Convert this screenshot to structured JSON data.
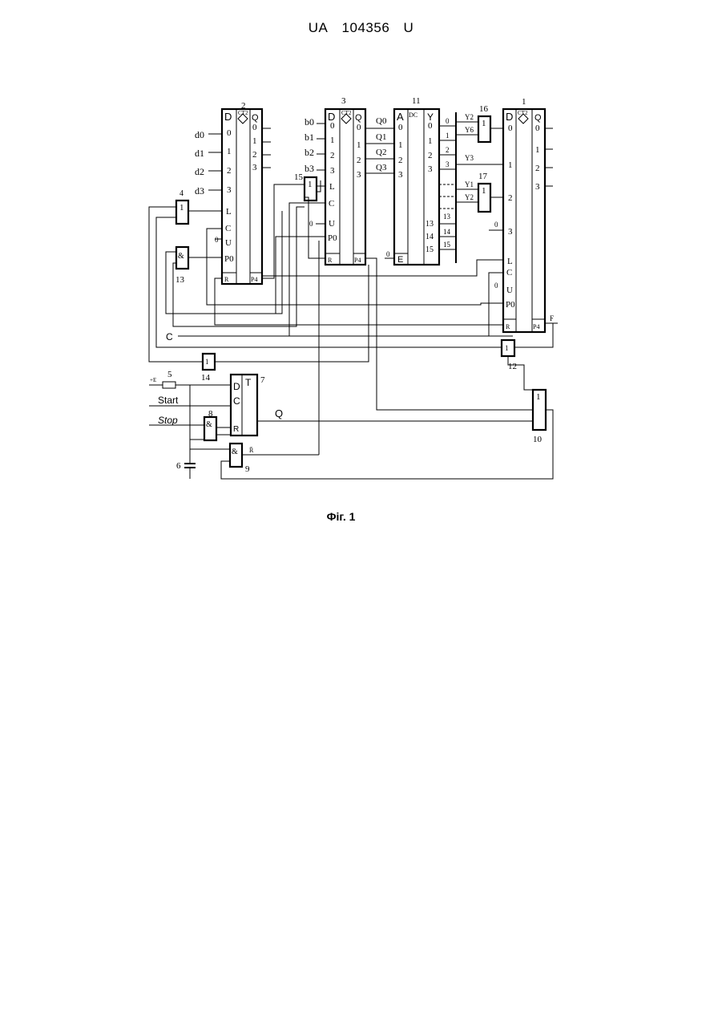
{
  "header": {
    "country": "UA",
    "number": "104356",
    "kind": "U"
  },
  "caption": "Фіг. 1",
  "diagram": {
    "counter_2": {
      "ref": "2",
      "type": "CT2",
      "top_left": "D",
      "top_right": "Q",
      "in_nums": [
        "0",
        "1",
        "2",
        "3"
      ],
      "out_nums": [
        "0",
        "1",
        "2",
        "3"
      ],
      "inputs": [
        "d0",
        "d1",
        "d2",
        "d3"
      ],
      "ctrl": [
        "L",
        "C",
        "U",
        "P0",
        "R"
      ],
      "carry": "P4",
      "zero": "0"
    },
    "counter_3": {
      "ref": "3",
      "type": "CT2",
      "top_left": "D",
      "top_right": "Q",
      "in_nums": [
        "0",
        "1",
        "2",
        "3"
      ],
      "out_nums": [
        "0",
        "1",
        "2",
        "3"
      ],
      "inputs": [
        "b0",
        "b1",
        "b2",
        "b3"
      ],
      "outputs": [
        "Q0",
        "Q1",
        "Q2",
        "Q3"
      ],
      "ctrl": [
        "L",
        "C",
        "U",
        "P0",
        "R"
      ],
      "carry": "P4",
      "zero": "0"
    },
    "decoder_11": {
      "ref": "11",
      "type": "DC",
      "top_left": "A",
      "top_right": "Y",
      "in_nums": [
        "0",
        "1",
        "2",
        "3"
      ],
      "enable": "E",
      "enable_zero": "0",
      "out_nums": [
        "0",
        "1",
        "2",
        "3",
        "13",
        "14",
        "15"
      ],
      "bus_nums": [
        "0",
        "1",
        "2",
        "3",
        "13",
        "14",
        "15"
      ]
    },
    "counter_1": {
      "ref": "1",
      "type": "CT2",
      "top_left": "D",
      "top_right": "Q",
      "in_nums": [
        "0",
        "1",
        "2",
        "3"
      ],
      "out_nums": [
        "0",
        "1",
        "2",
        "3"
      ],
      "ctrl": [
        "L",
        "C",
        "U",
        "P0",
        "R"
      ],
      "carry": "P4",
      "zero": "0",
      "carry_out": "F"
    },
    "gate_16": {
      "ref": "16",
      "type": "1",
      "inputs": [
        "Y2",
        "Y6"
      ]
    },
    "gate_17": {
      "ref": "17",
      "type": "1",
      "inputs": [
        "Y1",
        "Y2"
      ]
    },
    "y_line": "Y3",
    "gate_4": {
      "ref": "4",
      "type": "1"
    },
    "gate_13": {
      "ref": "13",
      "type": "&"
    },
    "gate_15": {
      "ref": "15",
      "type": "1"
    },
    "gate_14": {
      "ref": "14",
      "type": "1"
    },
    "gate_12": {
      "ref": "12",
      "type": "1"
    },
    "gate_10": {
      "ref": "10",
      "type": "1"
    },
    "trigger_7": {
      "ref": "7",
      "type": "T",
      "pins": [
        "D",
        "C",
        "R"
      ],
      "output": "Q"
    },
    "gate_8": {
      "ref": "8",
      "type": "&"
    },
    "gate_9": {
      "ref": "9",
      "type": "&",
      "output": "R̄"
    },
    "resistor_5": {
      "ref": "5",
      "supply": "+E"
    },
    "capacitor_6": {
      "ref": "6"
    },
    "signals": {
      "clock": "C",
      "start": "Start",
      "stop": "Stop"
    }
  }
}
